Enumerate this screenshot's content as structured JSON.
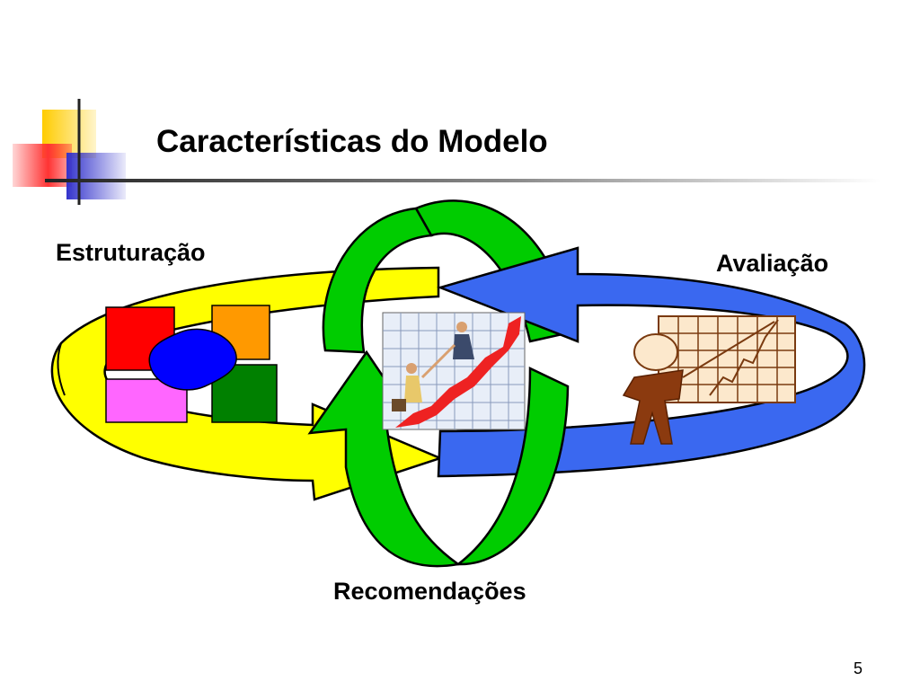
{
  "title": "Características do Modelo",
  "labels": {
    "estruturacao": "Estruturação",
    "avaliacao": "Avaliação",
    "recomendacoes": "Recomendações"
  },
  "page_number": "5",
  "colors": {
    "yellow_arrow": "#FFFF00",
    "green_arrow": "#00CC00",
    "blue_arrow": "#3366FF",
    "deco_yellow": "#FFCC00",
    "deco_red": "#FF3333",
    "deco_blue": "#3333CC",
    "puzzle_red": "#FF0000",
    "puzzle_orange": "#FF9900",
    "puzzle_blue": "#0000FF",
    "puzzle_pink": "#FF66FF",
    "puzzle_green": "#008000"
  },
  "icons": {
    "puzzle": "puzzle-icon",
    "climbers": "business-climbers-icon",
    "presenter": "presenter-chart-icon"
  }
}
